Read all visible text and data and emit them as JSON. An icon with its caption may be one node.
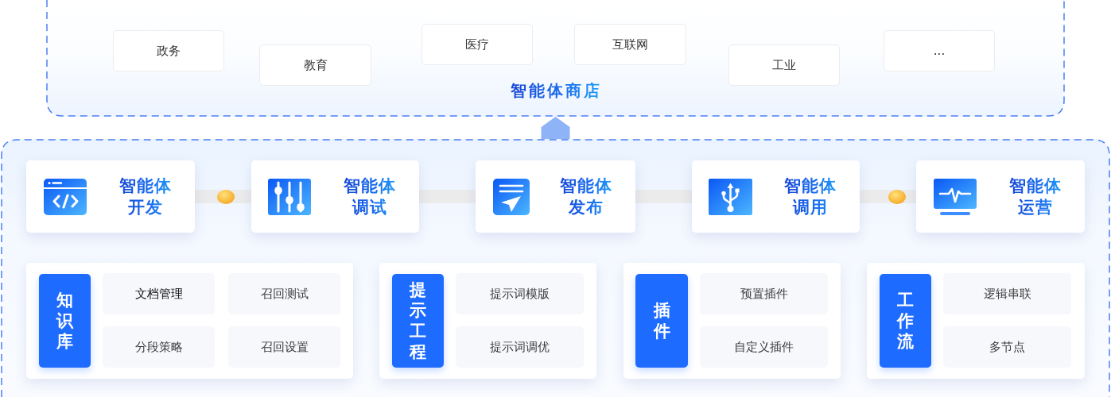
{
  "diagram": {
    "nodes": [
      {
        "text": [
          "智能体商店"
        ]
      },
      {
        "text": [
          "政务"
        ],
        "in": 0
      },
      {
        "text": [
          "教育"
        ],
        "in": 0
      },
      {
        "text": [
          "医疗"
        ],
        "in": 0
      },
      {
        "text": [
          "互联网"
        ],
        "in": 0
      },
      {
        "text": [
          "工业"
        ],
        "in": 0
      },
      {
        "text": [
          "..."
        ],
        "in": 0
      },
      {
        "text": [],
        "shape": "box"
      },
      {
        "text": [
          "智能体开发"
        ],
        "in": 7
      },
      {
        "text": [
          "智能体调试"
        ],
        "in": 7
      },
      {
        "text": [
          "智能体发布"
        ],
        "in": 7
      },
      {
        "text": [
          "智能体调用"
        ],
        "in": 7
      },
      {
        "text": [
          "智能体运营"
        ],
        "in": 7
      },
      {
        "text": [],
        "shape": "box",
        "in": 7
      },
      {
        "text": [
          "知识库"
        ],
        "in": 13
      },
      {
        "text": [
          "文档管理"
        ],
        "in": 13
      },
      {
        "text": [
          "召回测试"
        ],
        "in": 13
      },
      {
        "text": [
          "分段策略"
        ],
        "in": 13
      },
      {
        "text": [
          "召回设置"
        ],
        "in": 13
      },
      {
        "text": [],
        "shape": "box",
        "in": 7
      },
      {
        "text": [
          "提示工程"
        ],
        "in": 19
      },
      {
        "text": [
          "提示词模版"
        ],
        "in": 19
      },
      {
        "text": [
          "提示词调优"
        ],
        "in": 19
      },
      {
        "text": [],
        "shape": "box",
        "in": 7
      },
      {
        "text": [
          "插件"
        ],
        "in": 23
      },
      {
        "text": [
          "预置插件"
        ],
        "in": 23
      },
      {
        "text": [
          "自定义插件"
        ],
        "in": 23
      },
      {
        "text": [],
        "shape": "box",
        "in": 7
      },
      {
        "text": [
          "工作流"
        ],
        "in": 27
      },
      {
        "text": [
          "逻辑串联"
        ],
        "in": 27
      },
      {
        "text": [
          "多节点"
        ],
        "in": 27
      }
    ],
    "edges": [
      {
        "from": 7,
        "to": 0,
        "arrow": "to",
        "style": "thick",
        "color": "#8fb3f7"
      },
      {
        "from": 8,
        "to": 9,
        "arrow": "none"
      },
      {
        "from": 9,
        "to": 10,
        "arrow": "none"
      },
      {
        "from": 10,
        "to": 11,
        "arrow": "none"
      },
      {
        "from": 11,
        "to": 12,
        "arrow": "none"
      }
    ]
  }
}
